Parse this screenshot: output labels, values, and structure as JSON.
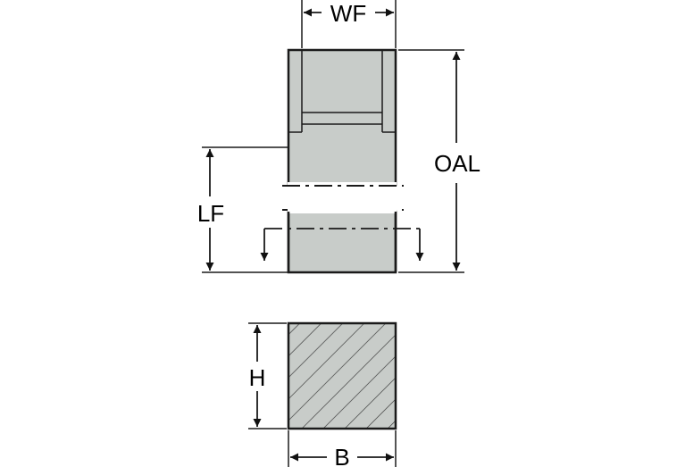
{
  "labels": {
    "wf": "WF",
    "oal": "OAL",
    "lf": "LF",
    "h": "H",
    "b": "B"
  },
  "colors": {
    "body_fill": "#c8ccc9",
    "outline": "#1a1a1a",
    "background": "#ffffff"
  }
}
